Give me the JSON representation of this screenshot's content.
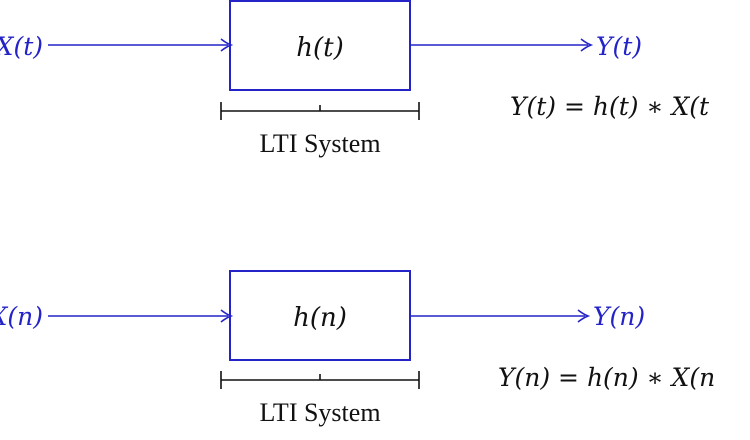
{
  "colors": {
    "signal": "#2323c8",
    "ink": "#111111",
    "background": "#ffffff"
  },
  "continuous": {
    "input_label": "X(t)",
    "system_label": "h(t)",
    "output_label": "Y(t)",
    "equation": "Y(t) = h(t) ∗ X(t",
    "caption": "LTI System"
  },
  "discrete": {
    "input_label": "X(n)",
    "system_label": "h(n)",
    "output_label": "Y(n)",
    "equation": "Y(n) = h(n) ∗ X(n",
    "caption": "LTI System"
  }
}
